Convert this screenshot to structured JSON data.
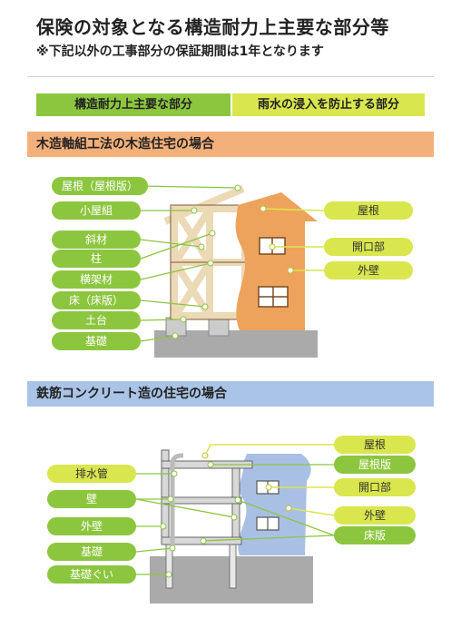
{
  "header": {
    "title": "保険の対象となる構造耐力上主要な部分等",
    "subtitle": "※下記以外の工事部分の保証期間は1年となります"
  },
  "legend": {
    "structural": "構造耐力上主要な部分",
    "rain": "雨水の浸入を防止する部分"
  },
  "wood": {
    "heading": "木造軸組工法の木造住宅の場合",
    "left_labels": [
      "屋根（屋根版）",
      "小屋組",
      "斜材",
      "柱",
      "横架材",
      "床（床版）",
      "土台",
      "基礎"
    ],
    "right_labels": [
      "屋根",
      "開口部",
      "外壁"
    ]
  },
  "rc": {
    "heading": "鉄筋コンクリート造の住宅の場合",
    "left_labels": [
      "排水管",
      "壁",
      "外壁",
      "基礎",
      "基礎ぐい"
    ],
    "right_labels": [
      "屋根",
      "屋根版",
      "開口部",
      "外壁",
      "床版"
    ]
  },
  "colors": {
    "structural_green": "#8cc63f",
    "rain_lime": "#d9e64d",
    "wood_heading": "#f4b07a",
    "rc_heading": "#a9c4e6",
    "house_orange": "#eea35c",
    "rc_wall_blue": "#a9c0e4"
  }
}
